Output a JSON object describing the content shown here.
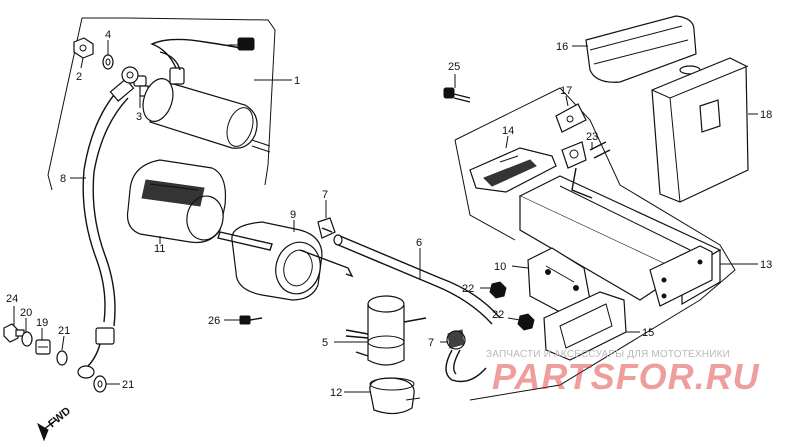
{
  "parts": {
    "p1": "1",
    "p2": "2",
    "p3": "3",
    "p4": "4",
    "p5": "5",
    "p6": "6",
    "p7a": "7",
    "p7b": "7",
    "p8": "8",
    "p9": "9",
    "p10": "10",
    "p11": "11",
    "p12": "12",
    "p13": "13",
    "p14": "14",
    "p15": "15",
    "p16": "16",
    "p17": "17",
    "p18": "18",
    "p19": "19",
    "p20": "20",
    "p21a": "21",
    "p21b": "21",
    "p22a": "22",
    "p22b": "22",
    "p23": "23",
    "p24": "24",
    "p25": "25",
    "p26": "26"
  },
  "direction_label": "FWD",
  "watermark": {
    "caption": "ЗАПЧАСТИ И АКСЕССУАРЫ ДЛЯ МОТОТЕХНИКИ",
    "logo": "PARTSFOR.RU"
  }
}
